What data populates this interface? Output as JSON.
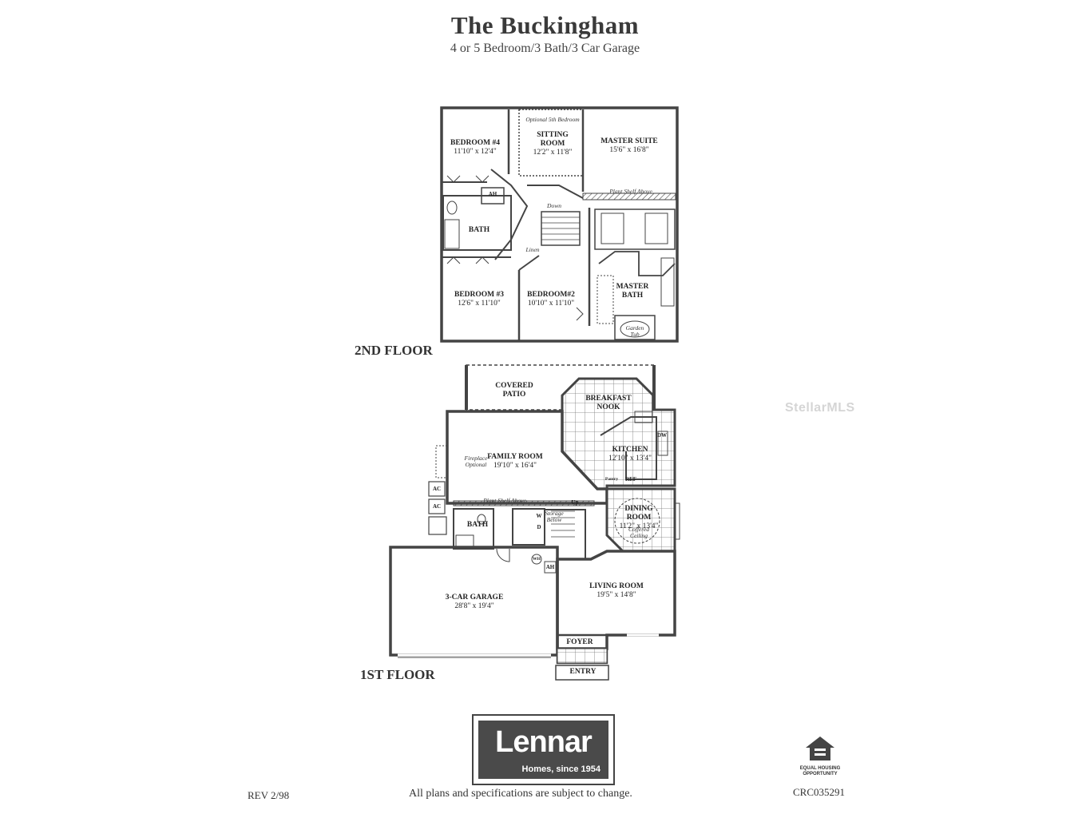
{
  "header": {
    "title": "The Buckingham",
    "subtitle": "4 or 5 Bedroom/3 Bath/3 Car Garage"
  },
  "second_floor": {
    "label": "2ND FLOOR",
    "rooms": {
      "bedroom4": {
        "name": "BEDROOM #4",
        "dim": "11'10\" x 12'4\""
      },
      "sitting": {
        "note": "Optional 5th Bedroom",
        "name": "SITTING ROOM",
        "dim": "12'2\" x 11'8\""
      },
      "master_suite": {
        "name": "MASTER SUITE",
        "dim": "15'6\" x 16'8\""
      },
      "bath": {
        "name": "BATH"
      },
      "bedroom3": {
        "name": "BEDROOM #3",
        "dim": "12'6\" x 11'10\""
      },
      "bedroom2": {
        "name": "BEDROOM#2",
        "dim": "10'10\" x 11'10\""
      },
      "master_bath": {
        "name": "MASTER BATH"
      }
    },
    "notes": {
      "plant_shelf": "Plant Shelf Above",
      "down": "Down",
      "linen": "Linen",
      "ah": "AH",
      "garden_tub": "Garden Tub"
    }
  },
  "first_floor": {
    "label": "1ST FLOOR",
    "rooms": {
      "covered_patio": {
        "name": "COVERED PATIO"
      },
      "breakfast_nook": {
        "name": "BREAKFAST NOOK"
      },
      "family_room": {
        "name": "FAMILY ROOM",
        "dim": "19'10\" x 16'4\""
      },
      "kitchen": {
        "name": "KITCHEN",
        "dim": "12'10\" x 13'4\""
      },
      "dining_room": {
        "name": "DINING ROOM",
        "dim": "11'2\" x 13'4\"",
        "note": "Coffered Ceiling"
      },
      "bath": {
        "name": "BATH"
      },
      "garage": {
        "name": "3-CAR GARAGE",
        "dim": "28'8\" x 19'4\""
      },
      "living_room": {
        "name": "LIVING ROOM",
        "dim": "19'5\" x 14'8\""
      },
      "foyer": {
        "name": "FOYER"
      },
      "entry": {
        "name": "ENTRY"
      }
    },
    "notes": {
      "fireplace": "Fireplace Optional",
      "plant_shelf": "Plant Shelf Above",
      "ac1": "AC",
      "ac2": "AC",
      "w": "W",
      "d": "D",
      "up": "Up",
      "storage": "Storage Below",
      "wh": "WH",
      "ah": "AH",
      "dw": "DW",
      "ref": "REF",
      "pantry": "Pantry"
    }
  },
  "brand": {
    "word": "Lennar",
    "tagline": "Homes, since 1954"
  },
  "footer": {
    "rev": "REV 2/98",
    "disclaimer": "All plans and specifications are subject to change.",
    "code": "CRC035291",
    "eho_line1": "EQUAL HOUSING",
    "eho_line2": "OPPORTUNITY"
  },
  "watermark": "StellarMLS"
}
